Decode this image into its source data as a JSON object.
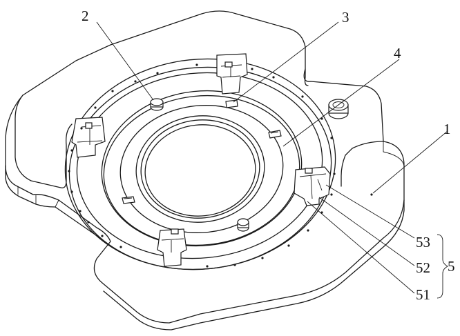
{
  "labels": {
    "l1": "1",
    "l2": "2",
    "l3": "3",
    "l4": "4",
    "l5": "5",
    "l51": "51",
    "l52": "52",
    "l53": "53"
  }
}
